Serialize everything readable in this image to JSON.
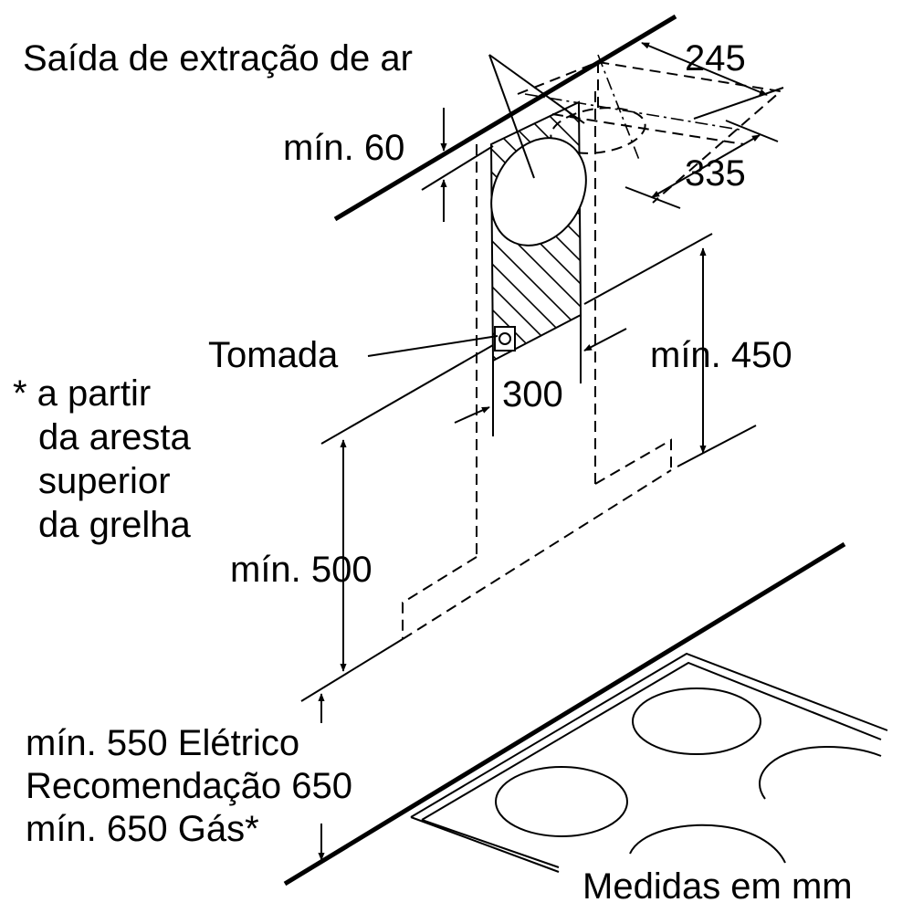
{
  "labels": {
    "exhaust_outlet": "Saída de extração de ar",
    "dim_245": "245",
    "dim_335": "335",
    "min_60": "mín. 60",
    "socket": "Tomada",
    "dim_300": "300",
    "min_450": "mín. 450",
    "footnote_line1": "* a partir",
    "footnote_line2": "da aresta",
    "footnote_line3": "superior",
    "footnote_line4": "da grelha",
    "min_500": "mín. 500",
    "min_550_electric": "mín. 550 Elétrico",
    "recommendation_650": "Recomendação 650",
    "min_650_gas": "mín. 650 Gás*",
    "units": "Medidas em mm"
  }
}
